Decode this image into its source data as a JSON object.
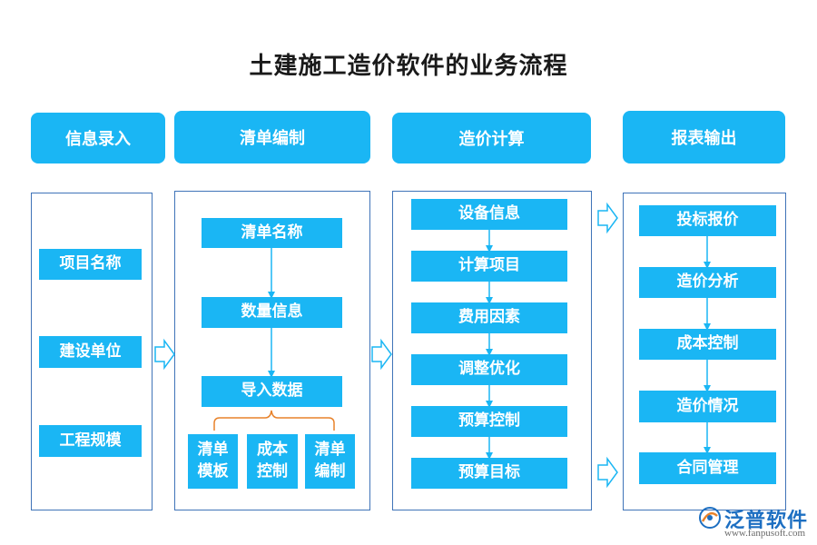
{
  "title": "土建施工造价软件的业务流程",
  "columns": [
    {
      "header": "信息录入",
      "items": [
        "项目名称",
        "建设单位",
        "工程规模"
      ]
    },
    {
      "header": "清单编制",
      "items": [
        "清单名称",
        "数量信息",
        "导入数据"
      ],
      "sub_items": [
        "清单\n模板",
        "成本\n控制",
        "清单\n编制"
      ]
    },
    {
      "header": "造价计算",
      "items": [
        "设备信息",
        "计算项目",
        "费用因素",
        "调整优化",
        "预算控制",
        "预算目标"
      ]
    },
    {
      "header": "报表输出",
      "items": [
        "投标报价",
        "造价分析",
        "成本控制",
        "造价情况",
        "合同管理"
      ]
    }
  ],
  "logo": {
    "name": "泛普软件",
    "url": "www.fanpusoft.com"
  },
  "colors": {
    "box": "#1ab6f4",
    "panel_border": "#3f73b8",
    "connector": "#1ab6f4",
    "brace": "#e8822a",
    "logo": "#1d6fc2"
  }
}
